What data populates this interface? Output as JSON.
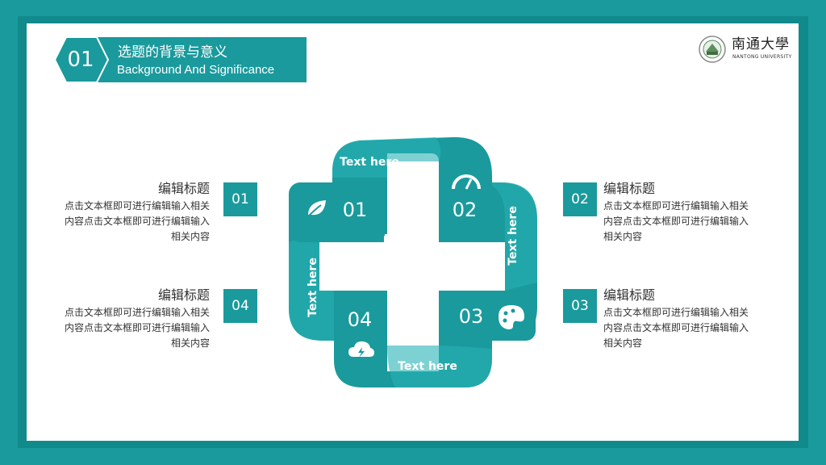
{
  "header": {
    "number": "01",
    "title": "选题的背景与意义",
    "subtitle": "Background And Significance"
  },
  "logo": {
    "name_cn": "南通大學",
    "name_en": "NANTONG UNIVERSITY"
  },
  "colors": {
    "primary": "#1a9a9c",
    "dark": "#0f7f81",
    "light": "#28b3b5"
  },
  "items": [
    {
      "number": "01",
      "title": "编辑标题",
      "body": "点击文本框即可进行编辑输入相关内容点击文本框即可进行编辑输入相关内容"
    },
    {
      "number": "02",
      "title": "编辑标题",
      "body": "点击文本框即可进行编辑输入相关内容点击文本框即可进行编辑输入相关内容"
    },
    {
      "number": "03",
      "title": "编辑标题",
      "body": "点击文本框即可进行编辑输入相关内容点击文本框即可进行编辑输入相关内容"
    },
    {
      "number": "04",
      "title": "编辑标题",
      "body": "点击文本框即可进行编辑输入相关内容点击文本框即可进行编辑输入相关内容"
    }
  ],
  "diagram": {
    "segments": [
      {
        "number": "01",
        "icon": "leaf-icon"
      },
      {
        "number": "02",
        "icon": "speedometer-icon"
      },
      {
        "number": "03",
        "icon": "palette-icon"
      },
      {
        "number": "04",
        "icon": "cloud-lightning-icon"
      }
    ],
    "labels": [
      "Text here",
      "Text here",
      "Text here",
      "Text here"
    ]
  }
}
